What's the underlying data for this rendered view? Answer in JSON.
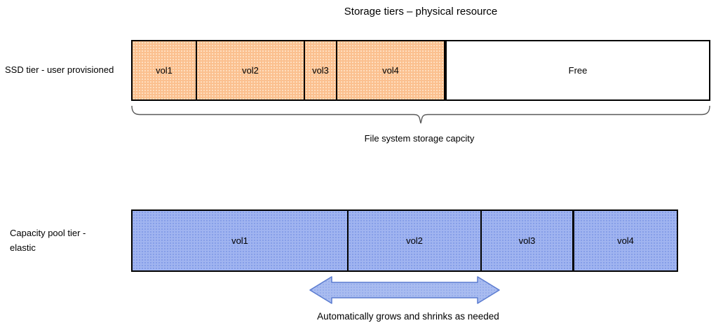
{
  "title": "Storage tiers – physical resource",
  "ssd_tier": {
    "label": "SSD tier - user provisioned",
    "segments": [
      {
        "label": "vol1"
      },
      {
        "label": "vol2"
      },
      {
        "label": "vol3"
      },
      {
        "label": "vol4"
      },
      {
        "label": "Free"
      }
    ]
  },
  "brace_caption": "File system storage capcity",
  "capacity_pool_tier": {
    "label_line1": "Capacity pool tier -",
    "label_line2": "elastic",
    "segments": [
      {
        "label": "vol1"
      },
      {
        "label": "vol2"
      },
      {
        "label": "vol3"
      },
      {
        "label": "vol4"
      }
    ]
  },
  "arrow_caption": "Automatically grows and shrinks as needed",
  "colors": {
    "ssd_fill": "#FBC08F",
    "ssd_dot": "#FFE8CF",
    "pool_fill": "#A0B4F0",
    "pool_dot": "#7E97E6",
    "arrow_fill": "#A9BCF0",
    "arrow_dot": "#8BA3E8",
    "arrow_border": "#5B7CD0",
    "brace_stroke": "#595959"
  }
}
